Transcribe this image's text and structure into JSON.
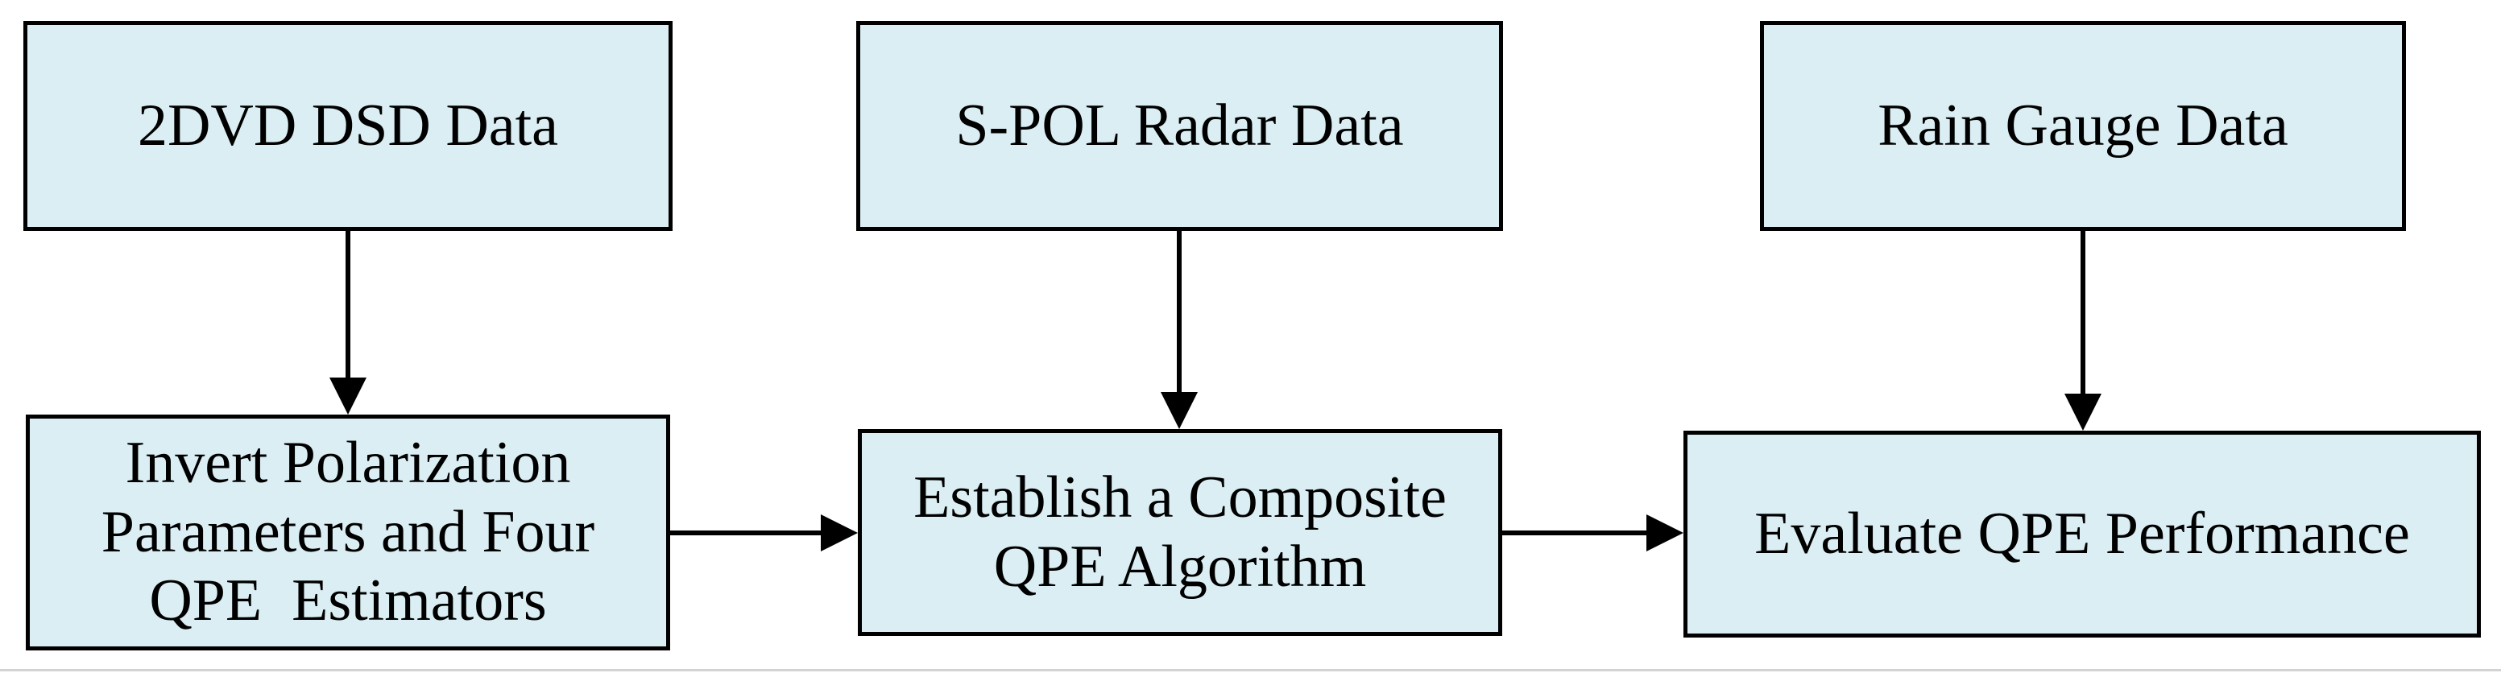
{
  "diagram": {
    "title": "QPE algorithm flowchart",
    "colors": {
      "box_fill": "#daeef3",
      "box_border": "#000000",
      "arrow": "#000000",
      "text": "#000000",
      "divider": "#d3d3d3",
      "background": "#ffffff"
    },
    "nodes": [
      {
        "id": "2dvd-dsd-data",
        "label": "2DVD DSD Data"
      },
      {
        "id": "spol-radar-data",
        "label": "S-POL Radar Data"
      },
      {
        "id": "rain-gauge-data",
        "label": "Rain Gauge Data"
      },
      {
        "id": "invert-polarization",
        "label": "Invert Polarization\nParameters and Four\nQPE  Estimators"
      },
      {
        "id": "establish-composite",
        "label": "Establish a Composite\nQPE Algorithm"
      },
      {
        "id": "evaluate-qpe",
        "label": "Evaluate QPE Performance"
      }
    ],
    "edges": [
      {
        "from": "2dvd-dsd-data",
        "to": "invert-polarization",
        "direction": "down"
      },
      {
        "from": "spol-radar-data",
        "to": "establish-composite",
        "direction": "down"
      },
      {
        "from": "rain-gauge-data",
        "to": "evaluate-qpe",
        "direction": "down"
      },
      {
        "from": "invert-polarization",
        "to": "establish-composite",
        "direction": "right"
      },
      {
        "from": "establish-composite",
        "to": "evaluate-qpe",
        "direction": "right"
      }
    ]
  }
}
